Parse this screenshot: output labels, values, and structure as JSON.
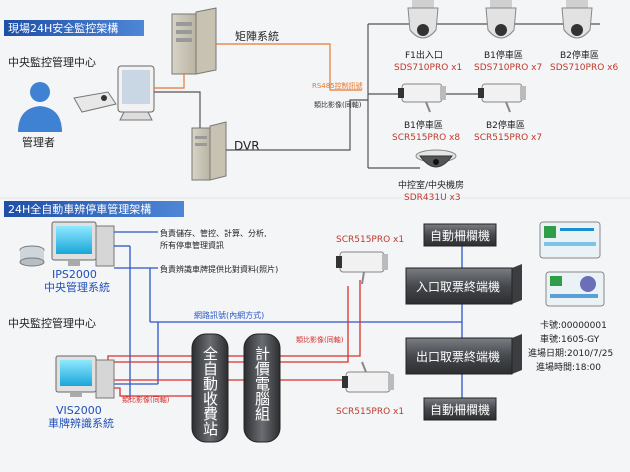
{
  "top": {
    "header": "現場24H安全監控架構",
    "center_label": "中央監控管理中心",
    "manager_label": "管理者",
    "matrix_label": "矩陣系統",
    "dvr_label": "DVR",
    "rs485_label": "RS485控制訊號",
    "analog_label": "類比影像(同軸)",
    "cameras": [
      {
        "name": "F1出入口",
        "model": "SDS710PRO x1"
      },
      {
        "name": "B1停車區",
        "model": "SDS710PRO x7"
      },
      {
        "name": "B2停車區",
        "model": "SDS710PRO x6"
      },
      {
        "name": "B1停車區",
        "model": "SCR515PRO x8"
      },
      {
        "name": "B2停車區",
        "model": "SCR515PRO x7"
      },
      {
        "name": "中控室/中央機房",
        "model": "SDR431U x3"
      }
    ]
  },
  "bottom": {
    "header": "24H全自動車辨停車管理架構",
    "ips_name": "IPS2000",
    "ips_sub": "中央管理系統",
    "ips_desc1": "負責儲存、管控、計算、分析,",
    "ips_desc2": "所有停車管理資訊",
    "lpr_desc": "負責辨識車牌提供比對資料(照片)",
    "center_label": "中央監控管理中心",
    "network_label": "網路訊號(內網方式)",
    "analog_label1": "類比影像(同軸)",
    "analog_label2": "類比影像(同軸)",
    "vis_name": "VIS2000",
    "vis_sub": "車牌辨識系統",
    "pillar1": "全自動收費站",
    "pillar2": "計價電腦組",
    "cam_top": "SCR515PRO x1",
    "cam_bottom": "SCR515PRO x1",
    "gate_top": "自動柵欄機",
    "entry_kiosk": "入口取票終端機",
    "exit_kiosk": "出口取票終端機",
    "gate_bottom": "自動柵欄機",
    "ticket": {
      "card": "卡號:00000001",
      "plate": "車號:1605-GY",
      "date": "進場日期:2010/7/25",
      "time": "進場時間:18:00"
    }
  }
}
